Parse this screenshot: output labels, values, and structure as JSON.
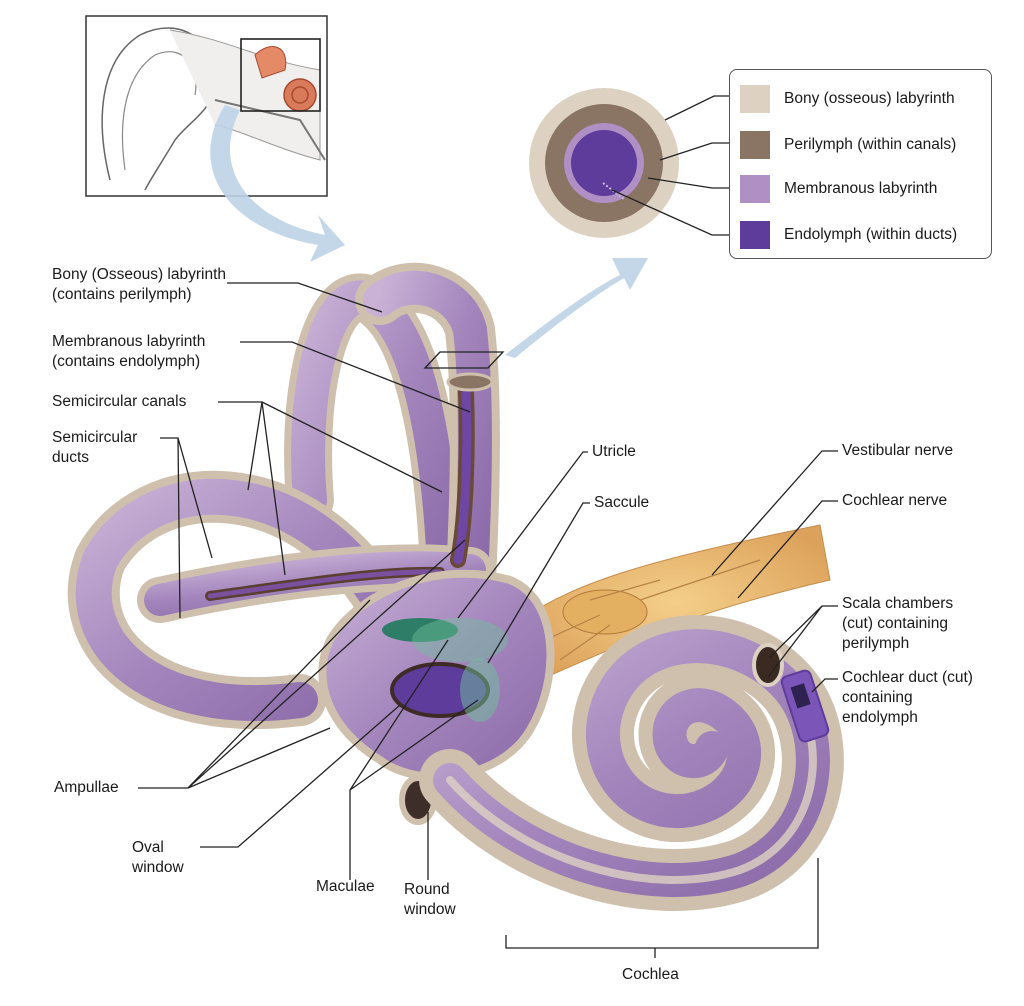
{
  "colors": {
    "bony": "#ddd2c2",
    "perilymph": "#8a7464",
    "membranous": "#b08fc4",
    "endolymph": "#5e3c9c",
    "macula": "#1f7a5c",
    "nerve": "#e8b36a",
    "arrow": "#bcd3e6"
  },
  "legend": [
    {
      "label": "Bony (osseous) labyrinth",
      "color": "#ddd2c2"
    },
    {
      "label": "Perilymph (within canals)",
      "color": "#8a7464"
    },
    {
      "label": "Membranous labyrinth",
      "color": "#b08fc4"
    },
    {
      "label": "Endolymph (within ducts)",
      "color": "#5e3c9c"
    }
  ],
  "labels": {
    "bony_labyrinth": [
      "Bony (Osseous) labyrinth",
      "(contains perilymph)"
    ],
    "membranous_labyrinth": [
      "Membranous labyrinth",
      "(contains endolymph)"
    ],
    "semicircular_canals": [
      "Semicircular canals"
    ],
    "semicircular_ducts": [
      "Semicircular",
      "ducts"
    ],
    "ampullae": [
      "Ampullae"
    ],
    "oval_window": [
      "Oval",
      "window"
    ],
    "maculae": [
      "Maculae"
    ],
    "round_window": [
      "Round",
      "window"
    ],
    "cochlea": [
      "Cochlea"
    ],
    "utricle": [
      "Utricle"
    ],
    "saccule": [
      "Saccule"
    ],
    "vestibular_nerve": [
      "Vestibular nerve"
    ],
    "cochlear_nerve": [
      "Cochlear nerve"
    ],
    "scala_chambers": [
      "Scala chambers",
      "(cut) containing",
      "perilymph"
    ],
    "cochlear_duct": [
      "Cochlear duct (cut)",
      "containing",
      "endolymph"
    ]
  }
}
